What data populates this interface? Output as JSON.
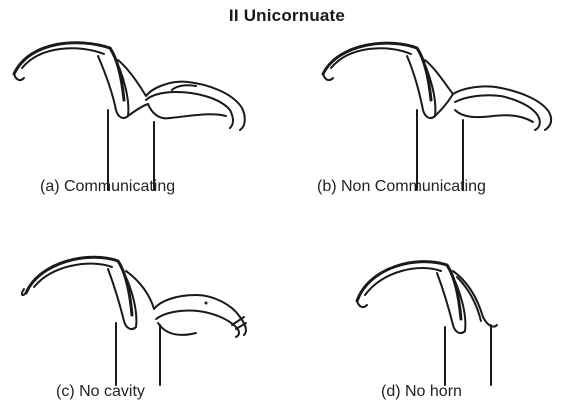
{
  "title": "II Unicornuate",
  "panels": [
    {
      "caption": "(a) Communicating"
    },
    {
      "caption": "(b) Non Communicating"
    },
    {
      "caption": "(c) No cavity"
    },
    {
      "caption": "(d) No horn"
    }
  ]
}
